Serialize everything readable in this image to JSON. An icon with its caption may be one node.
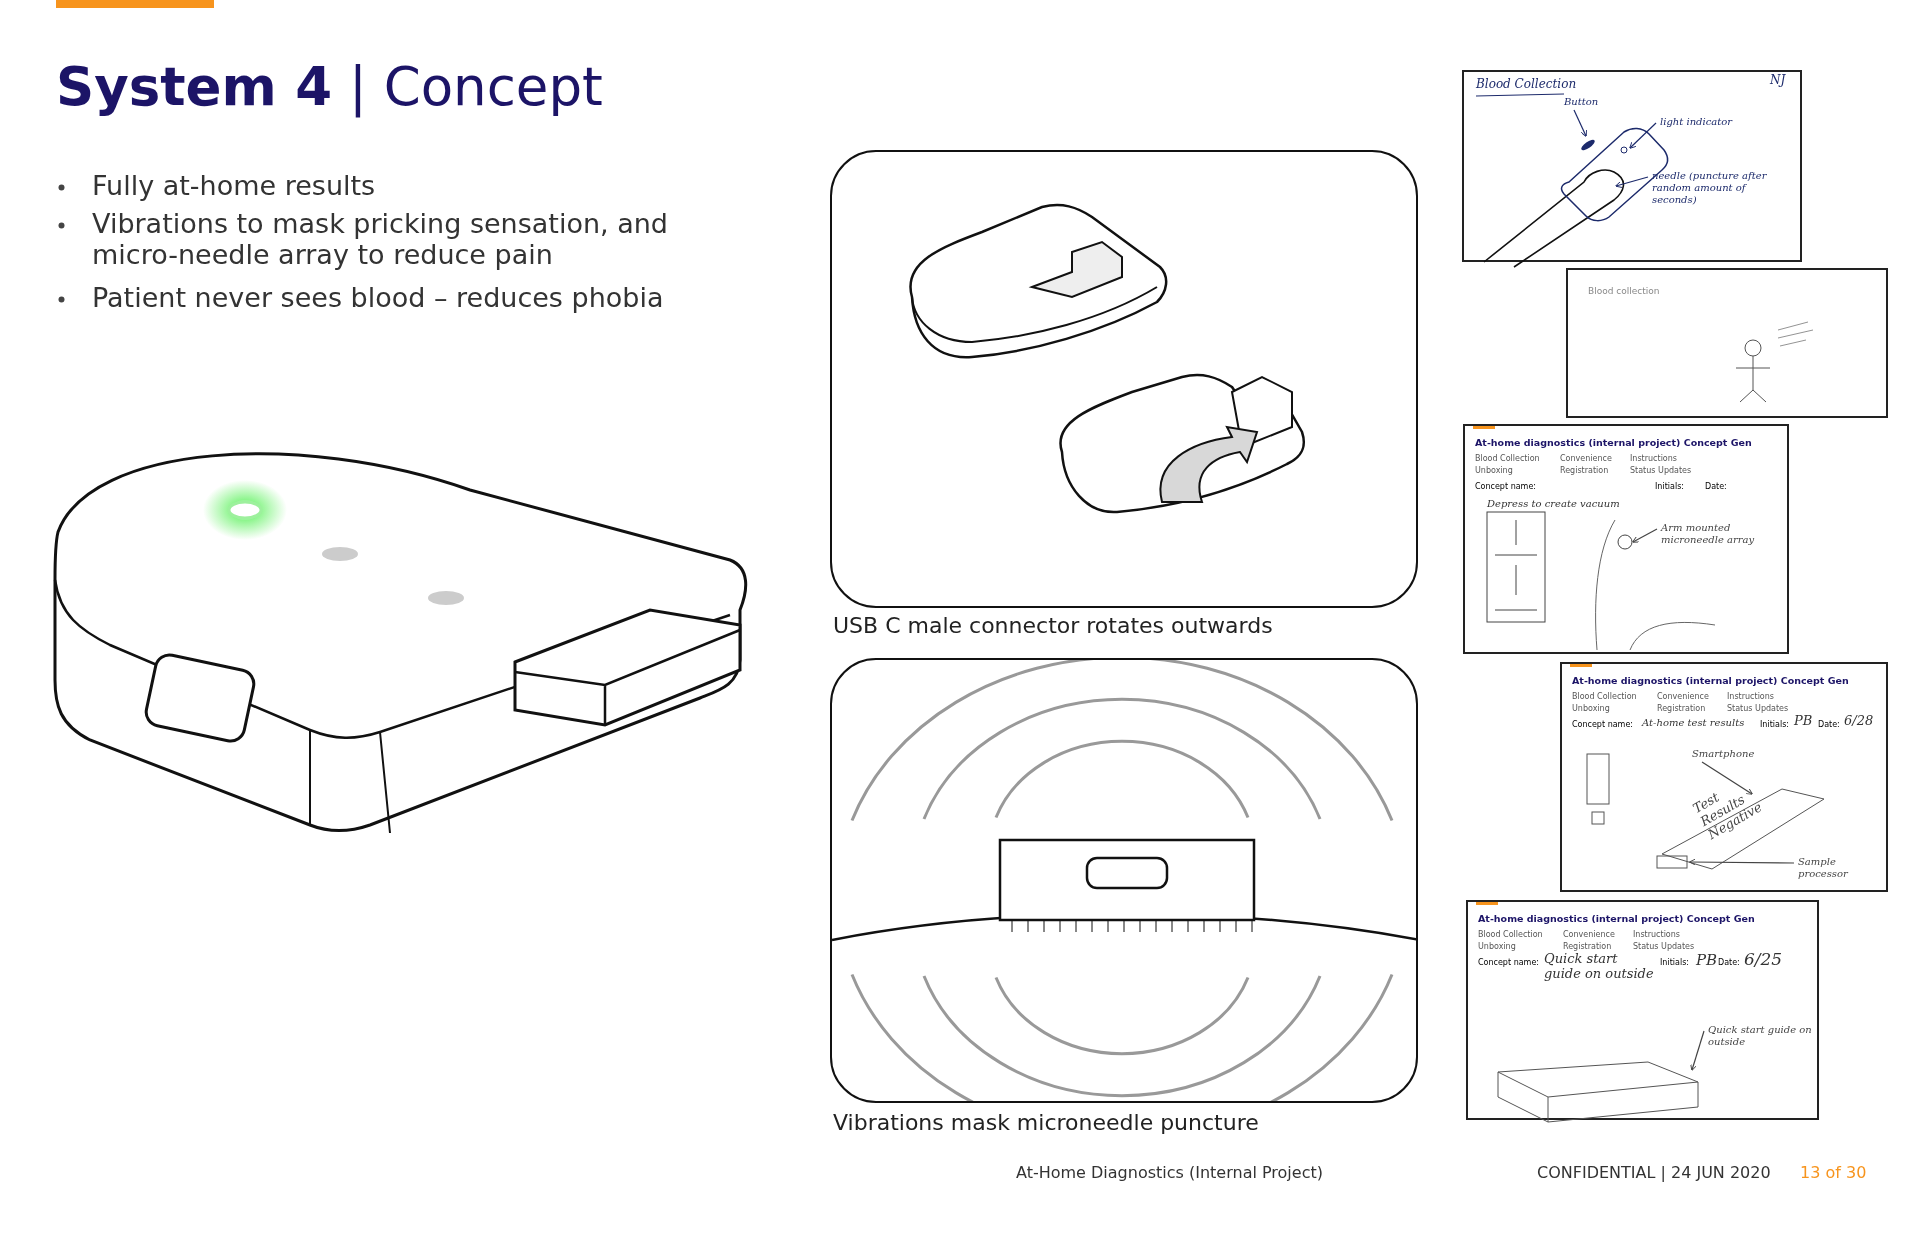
{
  "diagram": {
    "title": "**System 4** | Concept",
    "nodes": [
      {
        "text": [
          "Blood Collection",
          "NJ"
        ]
      },
      {
        "text": [
          "Button"
        ],
        "in": 0
      },
      {
        "text": [
          "light indicator"
        ],
        "in": 0
      },
      {
        "text": [
          "needle (puncture after random amount of seconds)"
        ],
        "in": 0
      },
      {
        "text": [
          "Blood collection"
        ]
      },
      {
        "text": [
          "At-home diagnostics (internal project) Concept Gen",
          "Blood Collection",
          "Convenience",
          "Instructions",
          "Unboxing",
          "Registration",
          "Status Updates",
          "Concept name:",
          "Initials:",
          "Date:",
          "Depress to create vacuum"
        ]
      },
      {
        "text": [
          "Arm mounted microneedle array"
        ],
        "in": 5
      },
      {
        "text": [
          "At-home diagnostics (internal project) Concept Gen",
          "Blood Collection",
          "Convenience",
          "Instructions",
          "Unboxing",
          "Registration",
          "Status Updates",
          "Concept name:",
          "At-home test results",
          "Initials:",
          "PB",
          "Date:",
          "6/28",
          "Test Results Negative"
        ]
      },
      {
        "text": [
          "Smartphone"
        ],
        "in": 7
      },
      {
        "text": [
          "Sample processor"
        ],
        "in": 7
      },
      {
        "text": [
          "At-home diagnostics (internal project) Concept Gen",
          "Blood Collection",
          "Convenience",
          "Instructions",
          "Unboxing",
          "Registration",
          "Status Updates",
          "Concept name:",
          "Quick start guide on outside",
          "Initials:",
          "PB",
          "Date:",
          "6/25"
        ]
      },
      {
        "text": [
          "Quick start guide on outside"
        ],
        "in": 10
      }
    ],
    "edges": [
      {
        "from": 1,
        "to": null,
        "arrow": "to"
      },
      {
        "from": 2,
        "to": null,
        "arrow": "to"
      },
      {
        "from": 3,
        "to": null,
        "arrow": "to"
      },
      {
        "from": 6,
        "to": null,
        "arrow": "to"
      },
      {
        "from": 8,
        "to": null,
        "arrow": "to"
      },
      {
        "from": 9,
        "to": null,
        "arrow": "to"
      },
      {
        "from": 11,
        "to": null,
        "arrow": "to"
      }
    ],
    "labels": [
      "Fully at-home results",
      "Vibrations to mask pricking sensation, and micro-needle array to reduce pain",
      "Patient never sees blood – reduces phobia",
      "USB C male connector rotates outwards",
      "Vibrations mask microneedle puncture",
      "At-Home Diagnostics (Internal Project)",
      "CONFIDENTIAL | 24 JUN 2020",
      "13 of 30"
    ]
  }
}
